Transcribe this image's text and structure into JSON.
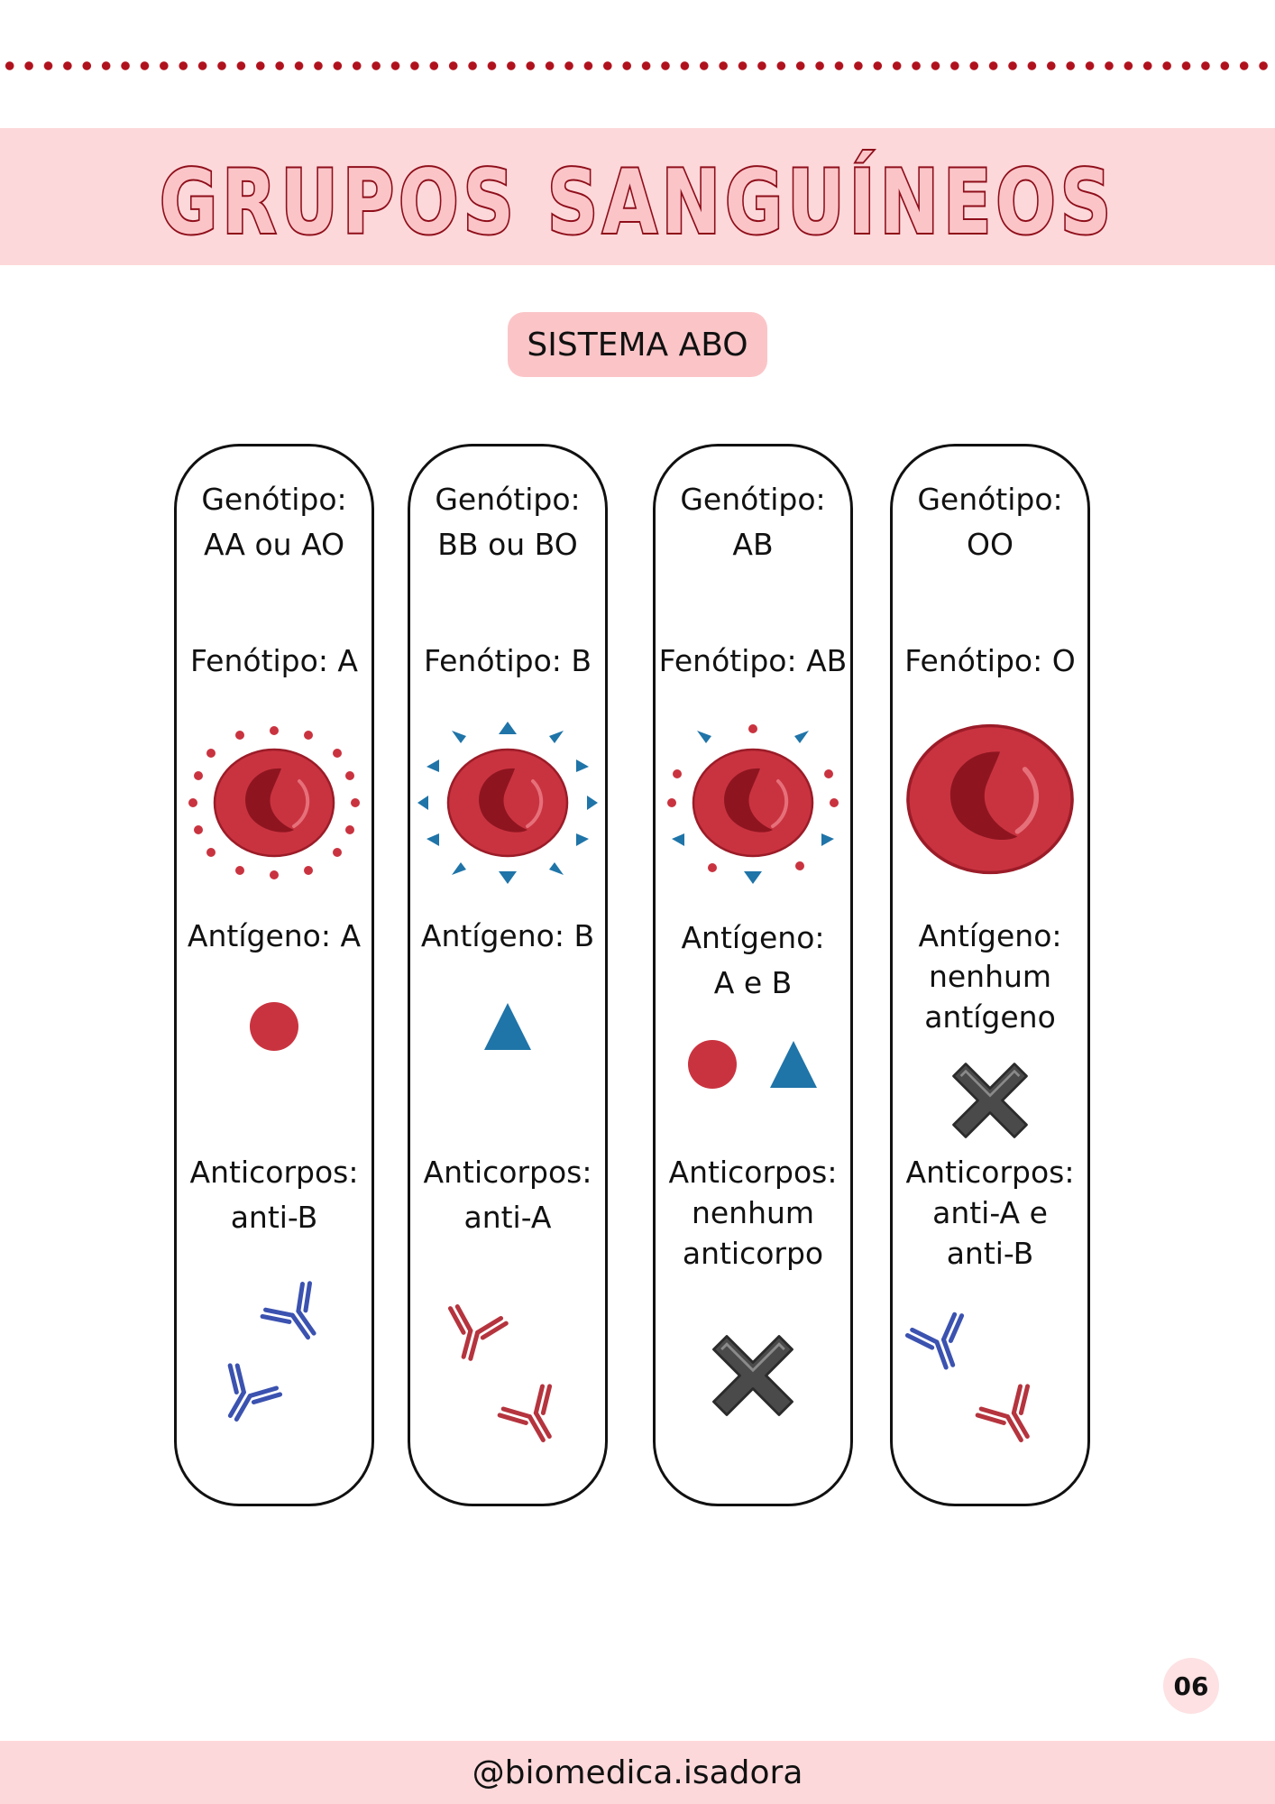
{
  "page": {
    "title": "GRUPOS SANGUÍNEOS",
    "subtitle": "SISTEMA ABO",
    "page_number": "06",
    "footer": "@biomedica.isadora"
  },
  "colors": {
    "dots": "#b0121d",
    "band": "#fdd8da",
    "pill": "#fbc5c8",
    "title_fill": "#fbc5c8",
    "title_stroke": "#8e0e1a",
    "cell": "#c9333f",
    "antigen_triangle": "#1f74a8",
    "antibody_blue": "#3b52b0",
    "antibody_red": "#b5343e",
    "cross": "#4a4a4a"
  },
  "cards": [
    {
      "genotype_label": "Genótipo:",
      "genotype_value": "AA ou AO",
      "phenotype": "Fenótipo: A",
      "cell_icon": "red-blood-cell-a-icon",
      "antigen_label": "Antígeno: A",
      "antigen_icons": [
        "circle-antigen-icon"
      ],
      "antibodies_label": "Anticorpos:\nanti-B",
      "antibody_icons": [
        "blue-antibody-icon",
        "blue-antibody-icon"
      ]
    },
    {
      "genotype_label": "Genótipo:",
      "genotype_value": "BB ou BO",
      "phenotype": "Fenótipo: B",
      "cell_icon": "red-blood-cell-b-icon",
      "antigen_label": "Antígeno: B",
      "antigen_icons": [
        "triangle-antigen-icon"
      ],
      "antibodies_label": "Anticorpos:\nanti-A",
      "antibody_icons": [
        "red-antibody-icon",
        "red-antibody-icon"
      ]
    },
    {
      "genotype_label": "Genótipo:",
      "genotype_value": "AB",
      "phenotype": "Fenótipo: AB",
      "cell_icon": "red-blood-cell-ab-icon",
      "antigen_label": "Antígeno:\nA e B",
      "antigen_icons": [
        "circle-antigen-icon",
        "triangle-antigen-icon"
      ],
      "antibodies_label": "Anticorpos:\nnenhum\nanticorpo",
      "antibody_icons": [
        "cross-icon"
      ]
    },
    {
      "genotype_label": "Genótipo:",
      "genotype_value": "OO",
      "phenotype": "Fenótipo: O",
      "cell_icon": "red-blood-cell-o-icon",
      "antigen_label": "Antígeno:\nnenhum\nantígeno",
      "antigen_icons": [
        "cross-icon"
      ],
      "antibodies_label": "Anticorpos:\nanti-A e\nanti-B",
      "antibody_icons": [
        "blue-antibody-icon",
        "red-antibody-icon"
      ]
    }
  ]
}
